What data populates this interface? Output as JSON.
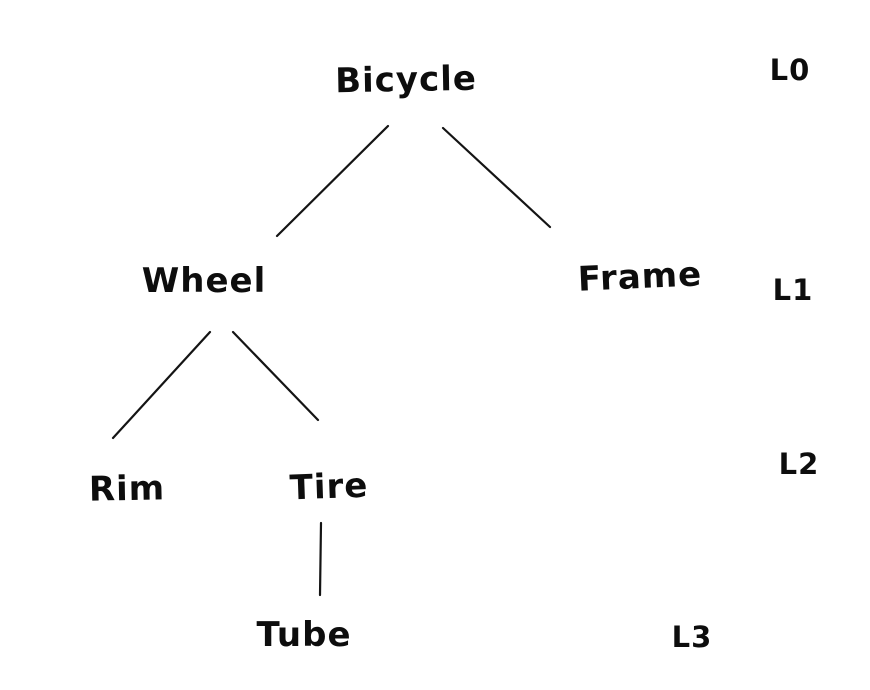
{
  "diagram": {
    "type": "tree",
    "style": "hand-drawn",
    "colors": {
      "ink": "#0d0d0d",
      "background": "#ffffff"
    },
    "nodes": [
      {
        "id": "bicycle",
        "label": "Bicycle",
        "level": 0,
        "parent": null
      },
      {
        "id": "wheel",
        "label": "Wheel",
        "level": 1,
        "parent": "bicycle"
      },
      {
        "id": "frame",
        "label": "Frame",
        "level": 1,
        "parent": "bicycle"
      },
      {
        "id": "rim",
        "label": "Rim",
        "level": 2,
        "parent": "wheel"
      },
      {
        "id": "tire",
        "label": "Tire",
        "level": 2,
        "parent": "wheel"
      },
      {
        "id": "tube",
        "label": "Tube",
        "level": 3,
        "parent": "tire"
      }
    ],
    "edges": [
      {
        "from": "bicycle",
        "to": "wheel"
      },
      {
        "from": "bicycle",
        "to": "frame"
      },
      {
        "from": "wheel",
        "to": "rim"
      },
      {
        "from": "wheel",
        "to": "tire"
      },
      {
        "from": "tire",
        "to": "tube"
      }
    ],
    "level_labels": [
      {
        "label": "L0",
        "level": 0
      },
      {
        "label": "L1",
        "level": 1
      },
      {
        "label": "L2",
        "level": 2
      },
      {
        "label": "L3",
        "level": 3
      }
    ]
  }
}
